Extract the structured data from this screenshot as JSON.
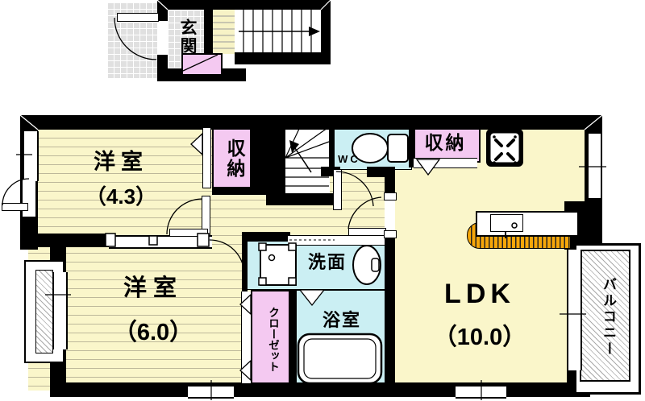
{
  "floorplan": {
    "upper_block": {
      "entrance_label": "玄関"
    },
    "rooms": {
      "bedroom_small": {
        "name": "洋室",
        "size": "（4.3）"
      },
      "bedroom_large": {
        "name": "洋室",
        "size": "（6.0）"
      },
      "ldk": {
        "name": "LDK",
        "size": "（10.0）"
      },
      "storage_top": {
        "label": "収納"
      },
      "storage_ldk": {
        "label": "収納"
      },
      "closet": {
        "label": "クローゼット"
      },
      "washroom": {
        "label": "洗面"
      },
      "bathroom": {
        "label": "浴室"
      },
      "toilet": {
        "label": "WC"
      },
      "balcony": {
        "label": "バルコニー"
      }
    },
    "colors": {
      "wall": "#000000",
      "floor_cream": "#FAF6CA",
      "floor_line": "#BDB89A",
      "wet_area_cyan": "#CBEFF3",
      "storage_pink": "#F4C9F1",
      "entrance_tile_gray": "#E0E0E0",
      "counter_orange": "#F6A70A",
      "hatch_gray": "#AAAAAA"
    }
  }
}
